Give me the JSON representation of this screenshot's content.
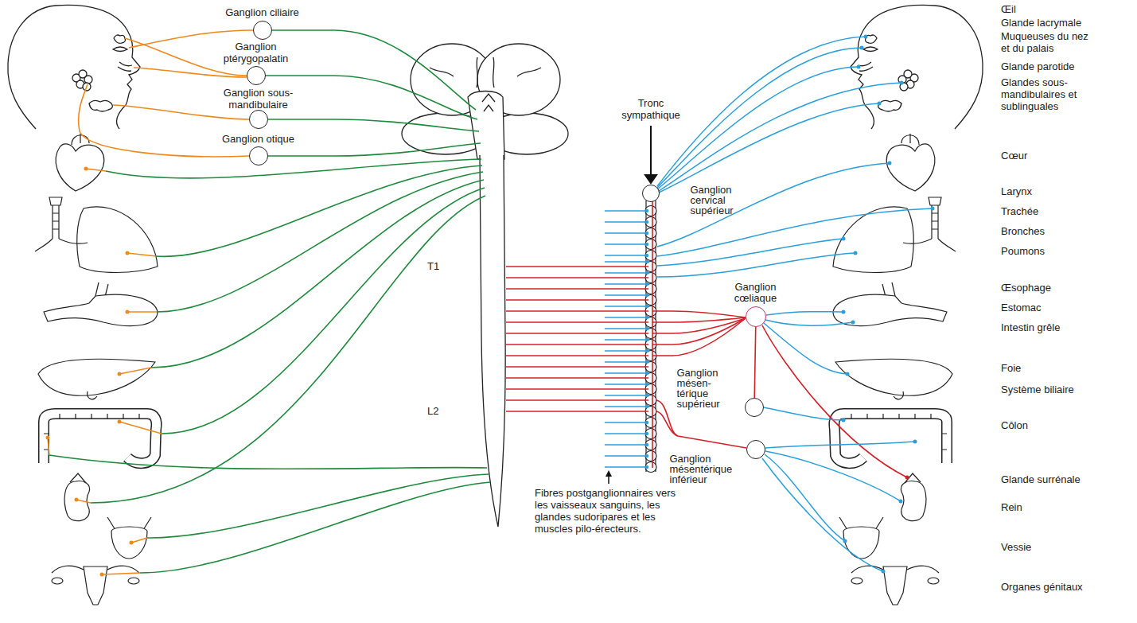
{
  "diagram": {
    "nodes": [
      {
        "text": [
          "Ganglion ciliaire"
        ]
      },
      {
        "text": [
          "Ganglion ptérygopalatin"
        ]
      },
      {
        "text": [
          "Ganglion sous-mandibulaire"
        ]
      },
      {
        "text": [
          "Ganglion otique"
        ]
      },
      {
        "text": [
          "Ganglion cervical supérieur"
        ]
      },
      {
        "text": [
          "Ganglion cœliaque"
        ]
      },
      {
        "text": [
          "Ganglion mésen- térique supérieur"
        ]
      },
      {
        "text": [
          "Ganglion mésentérique inférieur"
        ]
      }
    ],
    "edges": [
      {
        "from": 5,
        "to": 6,
        "arrow": "none"
      }
    ],
    "labels": [
      "Œil",
      "Glande lacrymale",
      "Muqueuses du nez et du palais",
      "Glande parotide",
      "Glandes sous-mandibulaires et sublinguales",
      "Tronc sympathique",
      "Cœur",
      "Larynx",
      "Trachée",
      "Bronches",
      "Poumons",
      "T1",
      "Œsophage",
      "Estomac",
      "Intestin grêle",
      "Foie",
      "Système biliaire",
      "L2",
      "Côlon",
      "Glande surrénale",
      "Fibres postganglionnaires vers les vaisseaux sanguins, les glandes sudoripares et les muscles pilo-érecteurs.",
      "Rein",
      "Vessie",
      "Organes génitaux"
    ]
  }
}
